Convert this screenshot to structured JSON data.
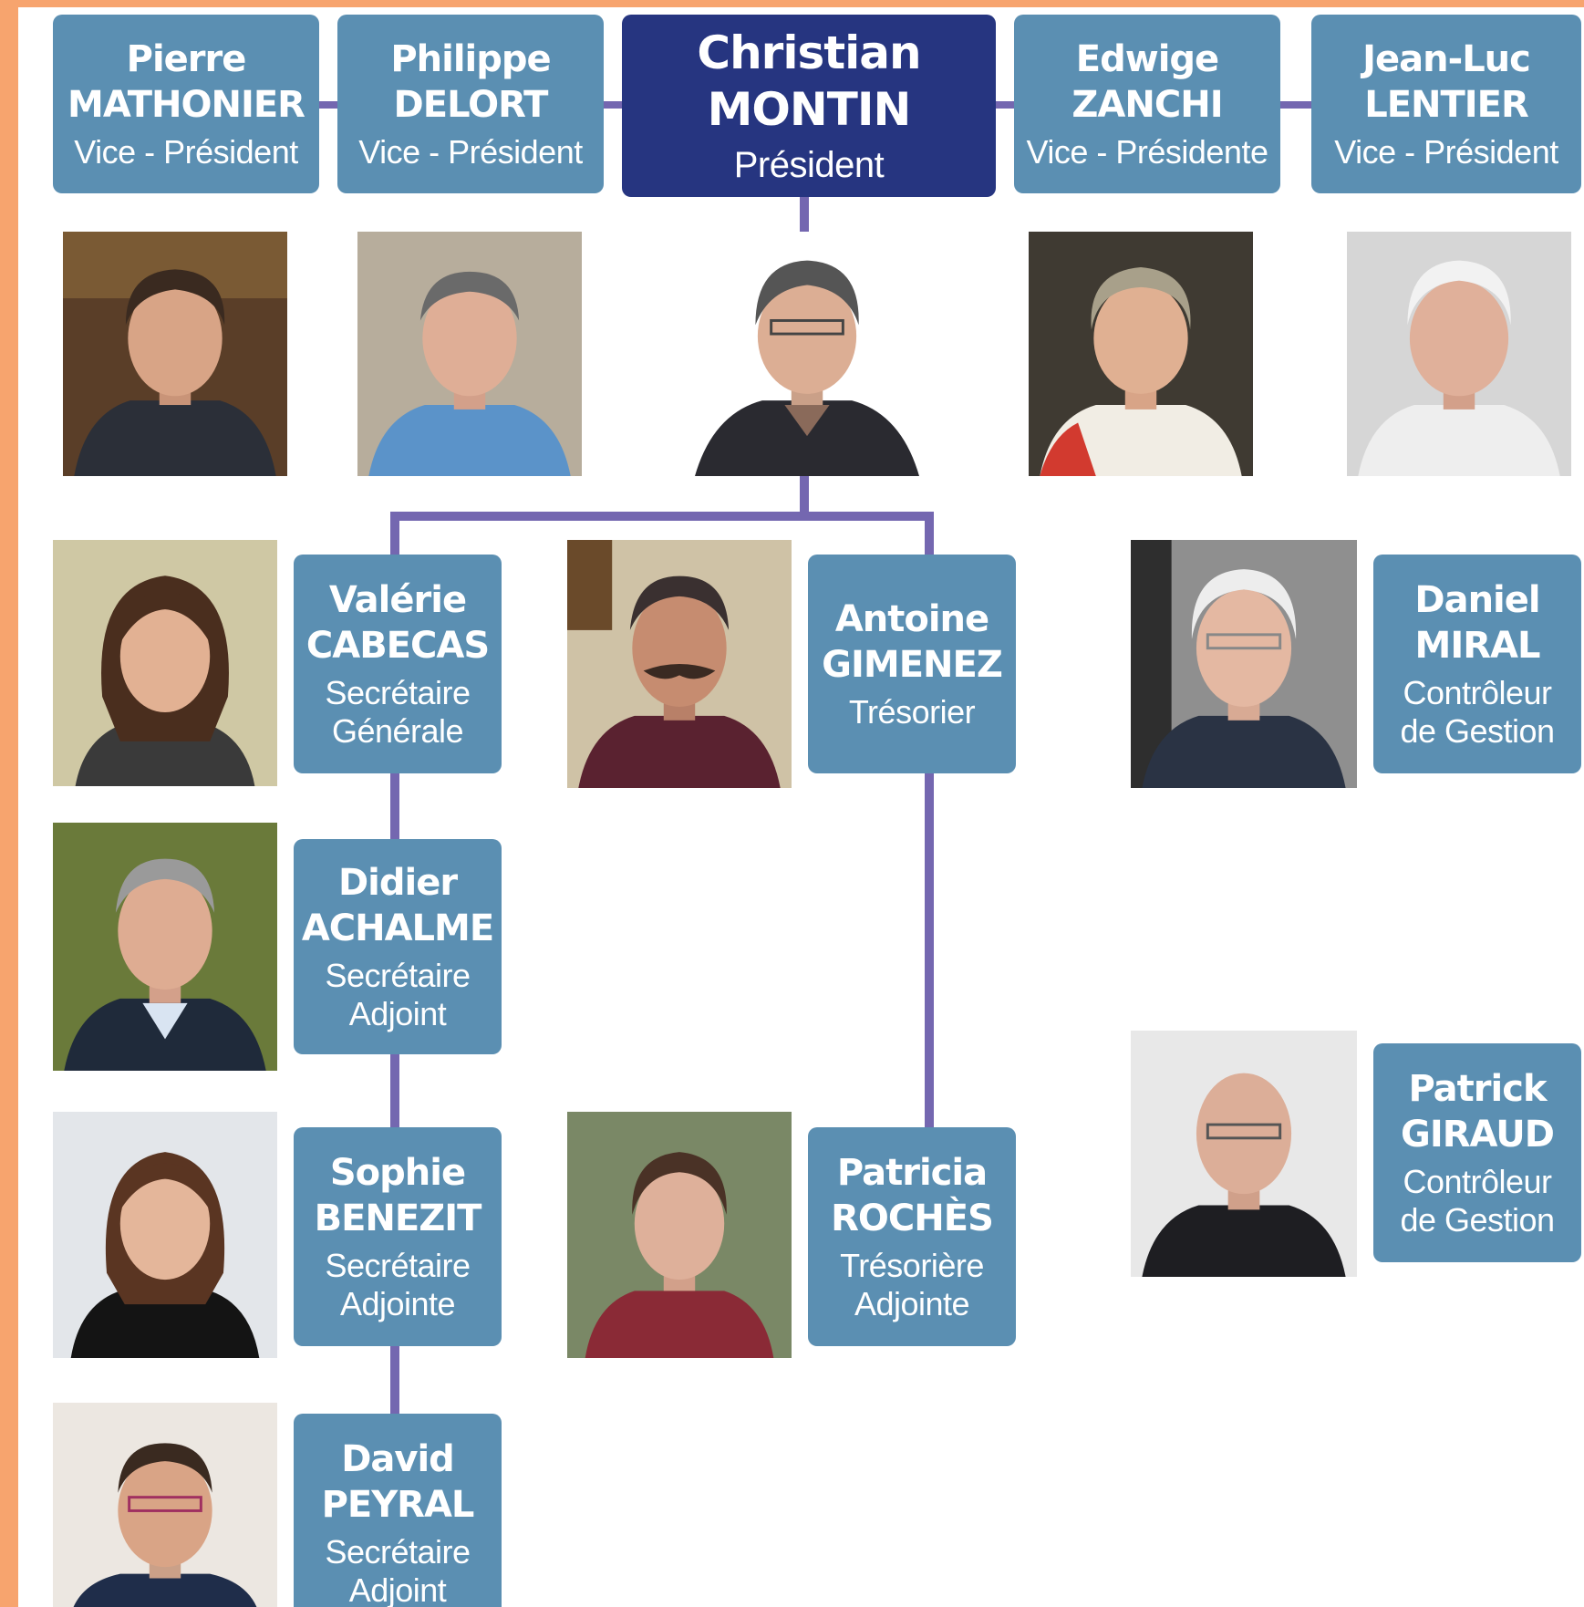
{
  "colors": {
    "frame": "#f7a46e",
    "box": "#5b8fb2",
    "president_box": "#263580",
    "connector": "#7467b0",
    "text": "#ffffff"
  },
  "president": {
    "first": "Christian",
    "last": "MONTIN",
    "role": "Président"
  },
  "vice_presidents": [
    {
      "first": "Pierre",
      "last": "MATHONIER",
      "role": "Vice - Président"
    },
    {
      "first": "Philippe",
      "last": "DELORT",
      "role": "Vice - Président"
    },
    {
      "first": "Edwige",
      "last": "ZANCHI",
      "role": "Vice - Présidente"
    },
    {
      "first": "Jean-Luc",
      "last": "LENTIER",
      "role": "Vice - Président"
    }
  ],
  "secretaries": [
    {
      "first": "Valérie",
      "last": "CABECAS",
      "role_line1": "Secrétaire",
      "role_line2": "Générale"
    },
    {
      "first": "Didier",
      "last": "ACHALME",
      "role_line1": "Secrétaire",
      "role_line2": "Adjoint"
    },
    {
      "first": "Sophie",
      "last": "BENEZIT",
      "role_line1": "Secrétaire",
      "role_line2": "Adjointe"
    },
    {
      "first": "David",
      "last": "PEYRAL",
      "role_line1": "Secrétaire",
      "role_line2": "Adjoint"
    }
  ],
  "treasurers": [
    {
      "first": "Antoine",
      "last": "GIMENEZ",
      "role_line1": "Trésorier"
    },
    {
      "first": "Patricia",
      "last": "ROCHÈS",
      "role_line1": "Trésorière",
      "role_line2": "Adjointe"
    }
  ],
  "controllers": [
    {
      "first": "Daniel",
      "last": "MIRAL",
      "role_line1": "Contrôleur",
      "role_line2": "de Gestion"
    },
    {
      "first": "Patrick",
      "last": "GIRAUD",
      "role_line1": "Contrôleur",
      "role_line2": "de Gestion"
    }
  ]
}
